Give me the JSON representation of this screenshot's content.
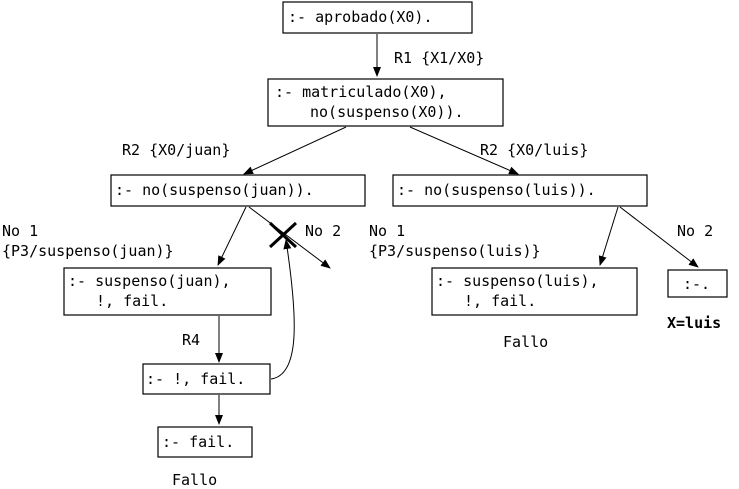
{
  "nodes": {
    "root": ":- aprobado(X0).",
    "n1_line1": ":- matriculado(X0),",
    "n1_line2": "no(suspenso(X0)).",
    "n2": ":- no(suspenso(juan)).",
    "n3": ":- no(suspenso(luis)).",
    "n4_line1": ":- suspenso(juan),",
    "n4_line2": "!, fail.",
    "n5_line1": ":- suspenso(luis),",
    "n5_line2": "!, fail.",
    "n6": ":-.",
    "n7": ":- !, fail.",
    "n8": ":- fail."
  },
  "labels": {
    "e_root_n1": "R1 {X1/X0}",
    "e_n1_n2": "R2 {X0/juan}",
    "e_n1_n3": "R2 {X0/luis}",
    "e_n2_n4_a": "No 1",
    "e_n2_n4_b": "{P3/suspenso(juan)}",
    "e_n2_cut": "No 2",
    "e_n3_n5_a": "No 1",
    "e_n3_n5_b": "{P3/suspenso(luis)}",
    "e_n3_n6": "No 2",
    "e_n4_n7": "R4",
    "fail_luis": "Fallo",
    "fail_juan": "Fallo",
    "answer": "X=luis"
  }
}
